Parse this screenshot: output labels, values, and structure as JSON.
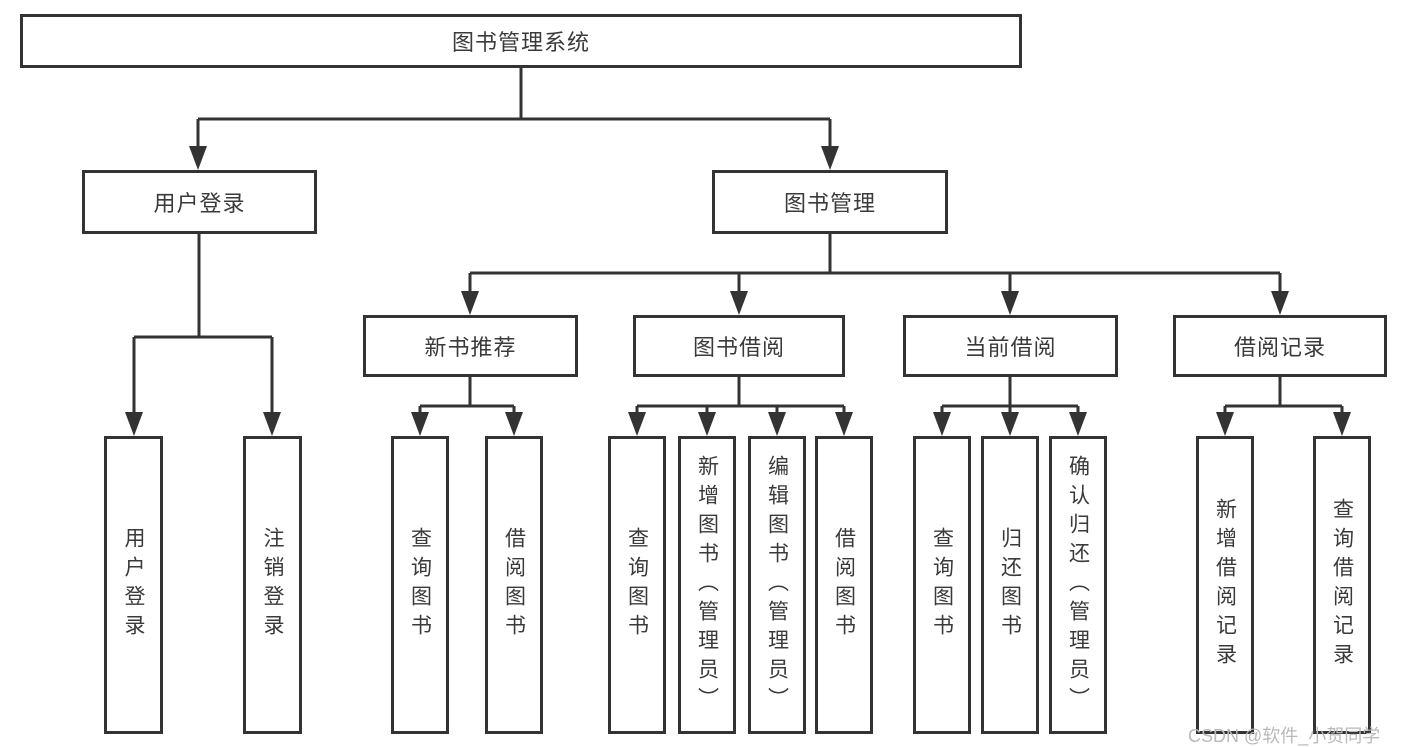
{
  "tree": {
    "root": {
      "label": "图书管理系统"
    },
    "branches": [
      {
        "label": "用户登录",
        "children": [
          {
            "label": "用户登录"
          },
          {
            "label": "注销登录"
          }
        ]
      },
      {
        "label": "图书管理",
        "children": [
          {
            "label": "新书推荐",
            "children": [
              {
                "label": "查询图书"
              },
              {
                "label": "借阅图书"
              }
            ]
          },
          {
            "label": "图书借阅",
            "children": [
              {
                "label": "查询图书"
              },
              {
                "label": "新增图书（管理员）"
              },
              {
                "label": "编辑图书（管理员）"
              },
              {
                "label": "借阅图书"
              }
            ]
          },
          {
            "label": "当前借阅",
            "children": [
              {
                "label": "查询图书"
              },
              {
                "label": "归还图书"
              },
              {
                "label": "确认归还（管理员）"
              }
            ]
          },
          {
            "label": "借阅记录",
            "children": [
              {
                "label": "新增借阅记录"
              },
              {
                "label": "查询借阅记录"
              }
            ]
          }
        ]
      }
    ]
  },
  "watermark": {
    "text": "CSDN @软件_小贺同学"
  },
  "colors": {
    "line": "#333333",
    "border": "#333333",
    "text": "#3a3a3a",
    "background": "#ffffff",
    "watermark": "#b9b9b9"
  }
}
